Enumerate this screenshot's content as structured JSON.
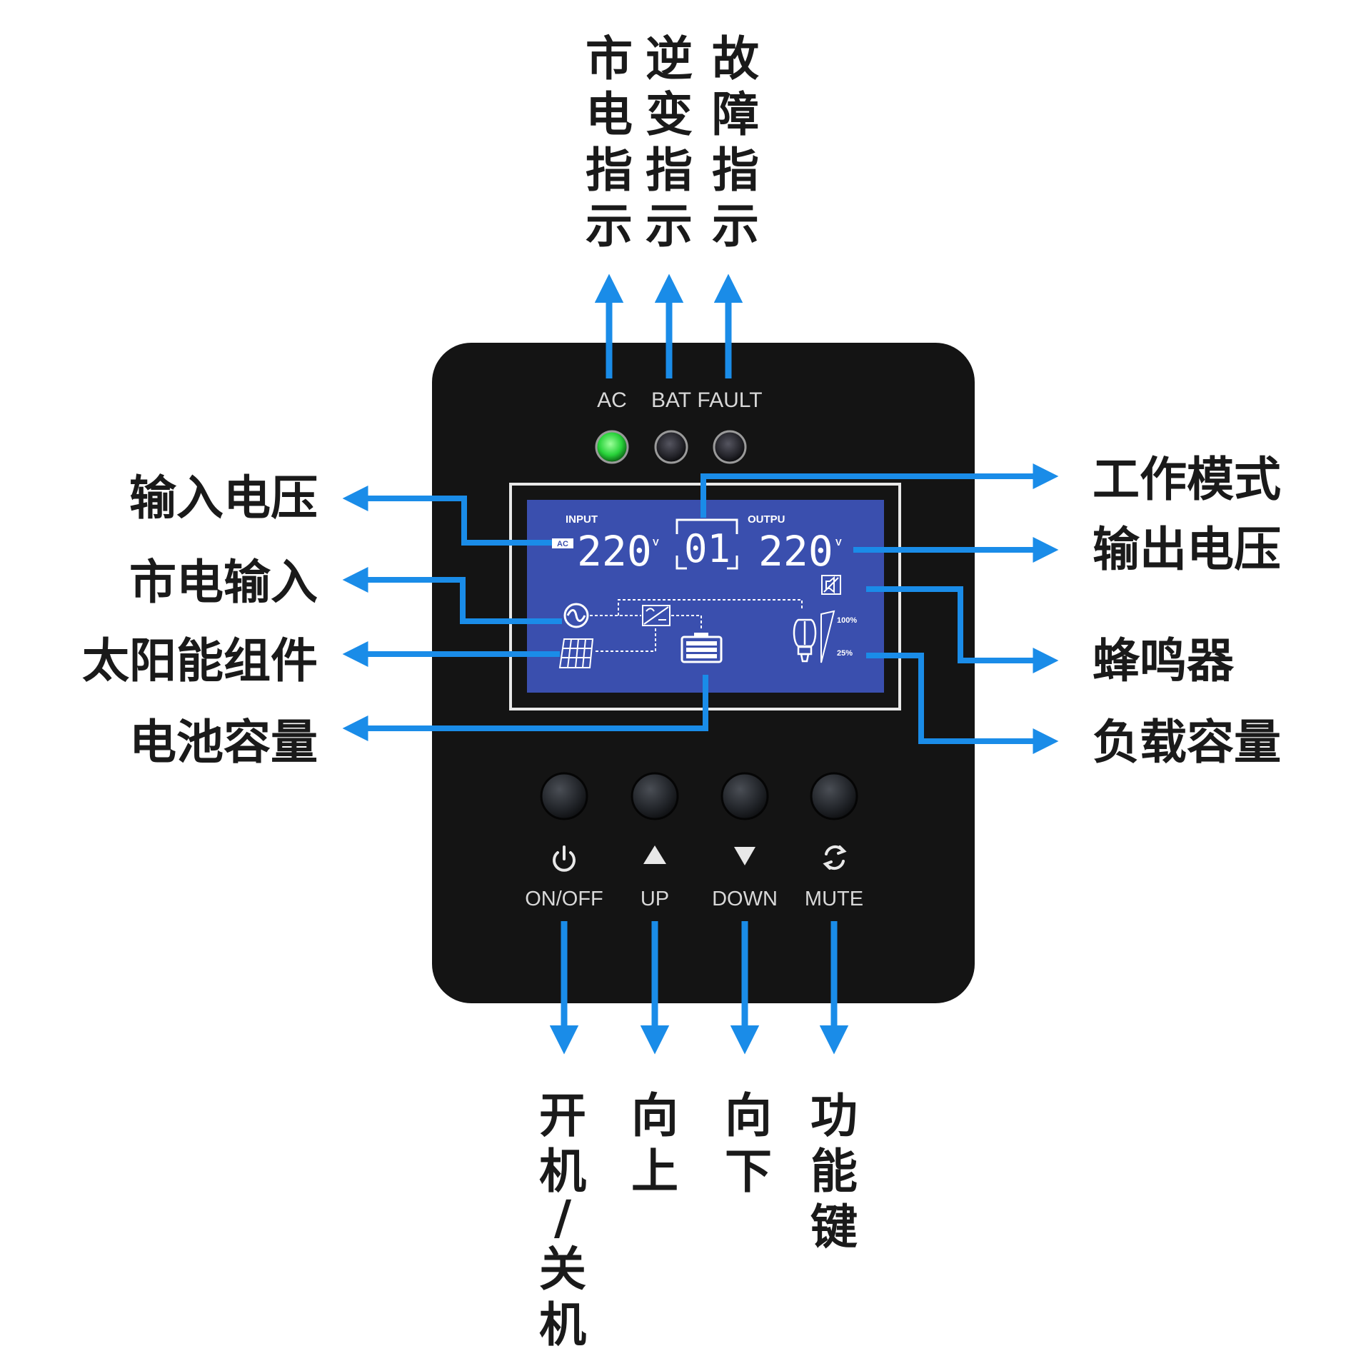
{
  "indicators": [
    {
      "label": "AC",
      "caption": [
        "市",
        "电",
        "指",
        "示"
      ],
      "color": "#28d23a"
    },
    {
      "label": "BAT",
      "caption": [
        "逆",
        "变",
        "指",
        "示"
      ],
      "color": "#2a2a2a"
    },
    {
      "label": "FAULT",
      "caption": [
        "故",
        "障",
        "指",
        "示"
      ],
      "color": "#2a2230"
    }
  ],
  "lcd": {
    "input_label": "INPUT",
    "output_label": "OUTPU",
    "ac_tag": "AC",
    "input_voltage": "220",
    "output_voltage": "220",
    "voltage_unit": "V",
    "mode": "01",
    "load_full": "100%",
    "load_quarter": "25%",
    "screen_color": "#3a4fae"
  },
  "left_callouts": [
    "输入电压",
    "市电输入",
    "太阳能组件",
    "电池容量"
  ],
  "right_callouts": [
    "工作模式",
    "输出电压",
    "蜂鸣器",
    "负载容量"
  ],
  "buttons": [
    {
      "label": "ON/OFF",
      "icon": "power-icon",
      "caption": [
        "开",
        "机",
        "/",
        "关",
        "机"
      ]
    },
    {
      "label": "UP",
      "icon": "triangle-up-icon",
      "caption": [
        "向",
        "上"
      ]
    },
    {
      "label": "DOWN",
      "icon": "triangle-down-icon",
      "caption": [
        "向",
        "下"
      ]
    },
    {
      "label": "MUTE",
      "icon": "refresh-icon",
      "caption": [
        "功",
        "能",
        "键"
      ]
    }
  ],
  "colors": {
    "arrow": "#1a8ce8",
    "panel": "#141414"
  }
}
